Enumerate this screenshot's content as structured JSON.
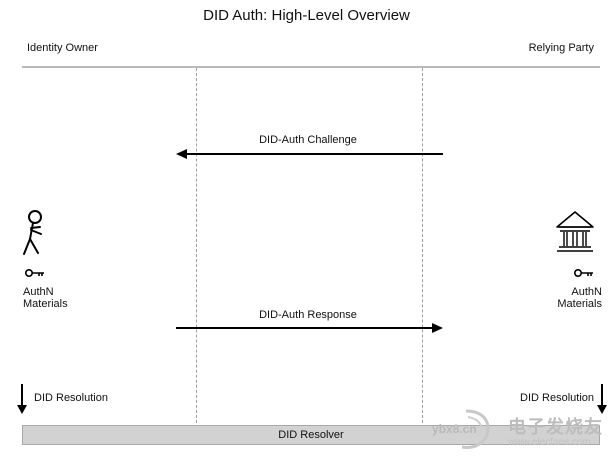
{
  "title": "DID Auth: High-Level Overview",
  "actors": {
    "left": "Identity Owner",
    "right": "Relying Party"
  },
  "messages": {
    "challenge": "DID-Auth Challenge",
    "response": "DID-Auth Response"
  },
  "materials": {
    "left_line1": "AuthN",
    "left_line2": "Materials",
    "right_line1": "AuthN",
    "right_line2": "Materials"
  },
  "resolution": {
    "left": "DID Resolution",
    "right": "DID Resolution"
  },
  "resolver": "DID Resolver",
  "watermark": {
    "brand": "ybx8.cn",
    "chinese": "电子发烧友",
    "url": "www.elecfans.com"
  },
  "icons": {
    "identity_owner": "stick-figure-icon",
    "relying_party": "bank-building-icon",
    "authn_key": "key-icon",
    "resolution_arrow": "arrow-down-icon"
  },
  "colors": {
    "line": "#000000",
    "rule": "#b9b9b9",
    "lifeline": "#9f9f9f",
    "resolver_fill": "#d2d2d2",
    "watermark": "#bdbdbd"
  }
}
